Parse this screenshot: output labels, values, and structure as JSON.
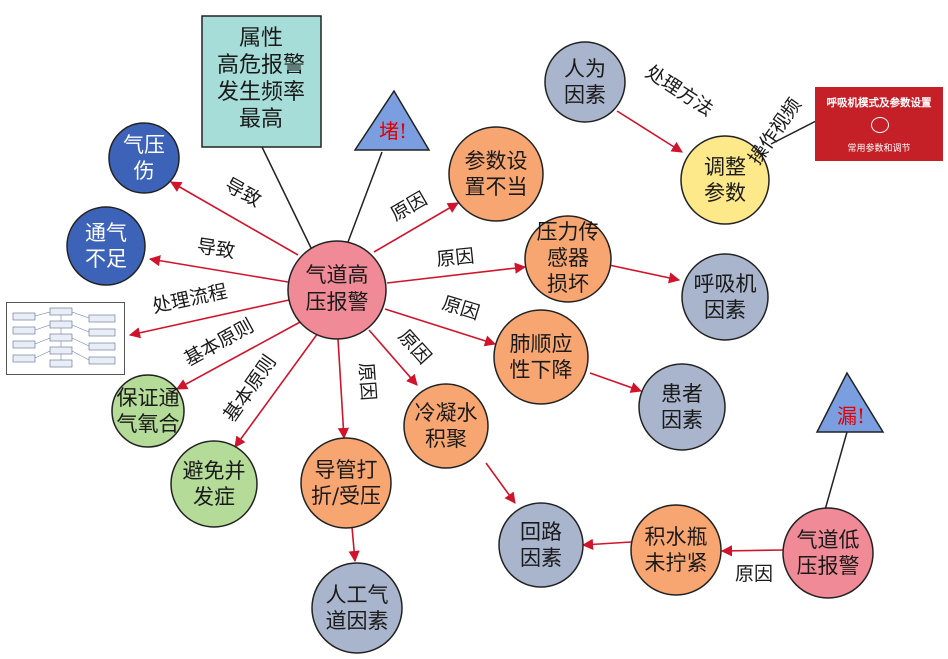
{
  "nodes": {
    "center": "气道高压报警",
    "qiyashang": "气压伤",
    "tongqi": "通气不足",
    "baozheng": "保证通气氧合",
    "bimian": "避免并发症",
    "daoguan": "导管打折/受压",
    "rengong": "人工气道因素",
    "lengning": "冷凝水积聚",
    "huilu": "回路因素",
    "jishui": "积水瓶未拧紧",
    "diya": "气道低压报警",
    "feishun": "肺顺应性下降",
    "huanzhe": "患者因素",
    "yali": "压力传感器损坏",
    "huxiji": "呼吸机因素",
    "canshu": "参数设置不当",
    "renwei": "人为因素",
    "tiaozheng": "调整参数"
  },
  "attribute_box": [
    "属性",
    "高危报警",
    "发生频率",
    "最高"
  ],
  "triangles": {
    "du": "堵!",
    "lou": "漏!"
  },
  "edge_labels": {
    "daozhi1": "导致",
    "daozhi2": "导致",
    "liucheng": "处理流程",
    "yuanze1": "基本原则",
    "yuanze2": "基本原则",
    "yuanyin_daoguan": "原因",
    "yuanyin_lengning": "原因",
    "yuanyin_feishun": "原因",
    "yuanyin_yali": "原因",
    "yuanyin_canshu": "原因",
    "yuanyin_jishui": "原因",
    "chuli": "处理方法",
    "caozuo": "操作视频"
  },
  "video_thumb": {
    "title": "呼吸机模式及参数设置",
    "subtitle": "常用参数和调节"
  },
  "colors": {
    "pink": "#f08a96",
    "orange": "#f7a672",
    "grey": "#a9b5cc",
    "blue": "#3d63b8",
    "green": "#b4db98",
    "yellow": "#fde88a",
    "teal": "#a6ddd8",
    "arrow": "#d0142c"
  }
}
